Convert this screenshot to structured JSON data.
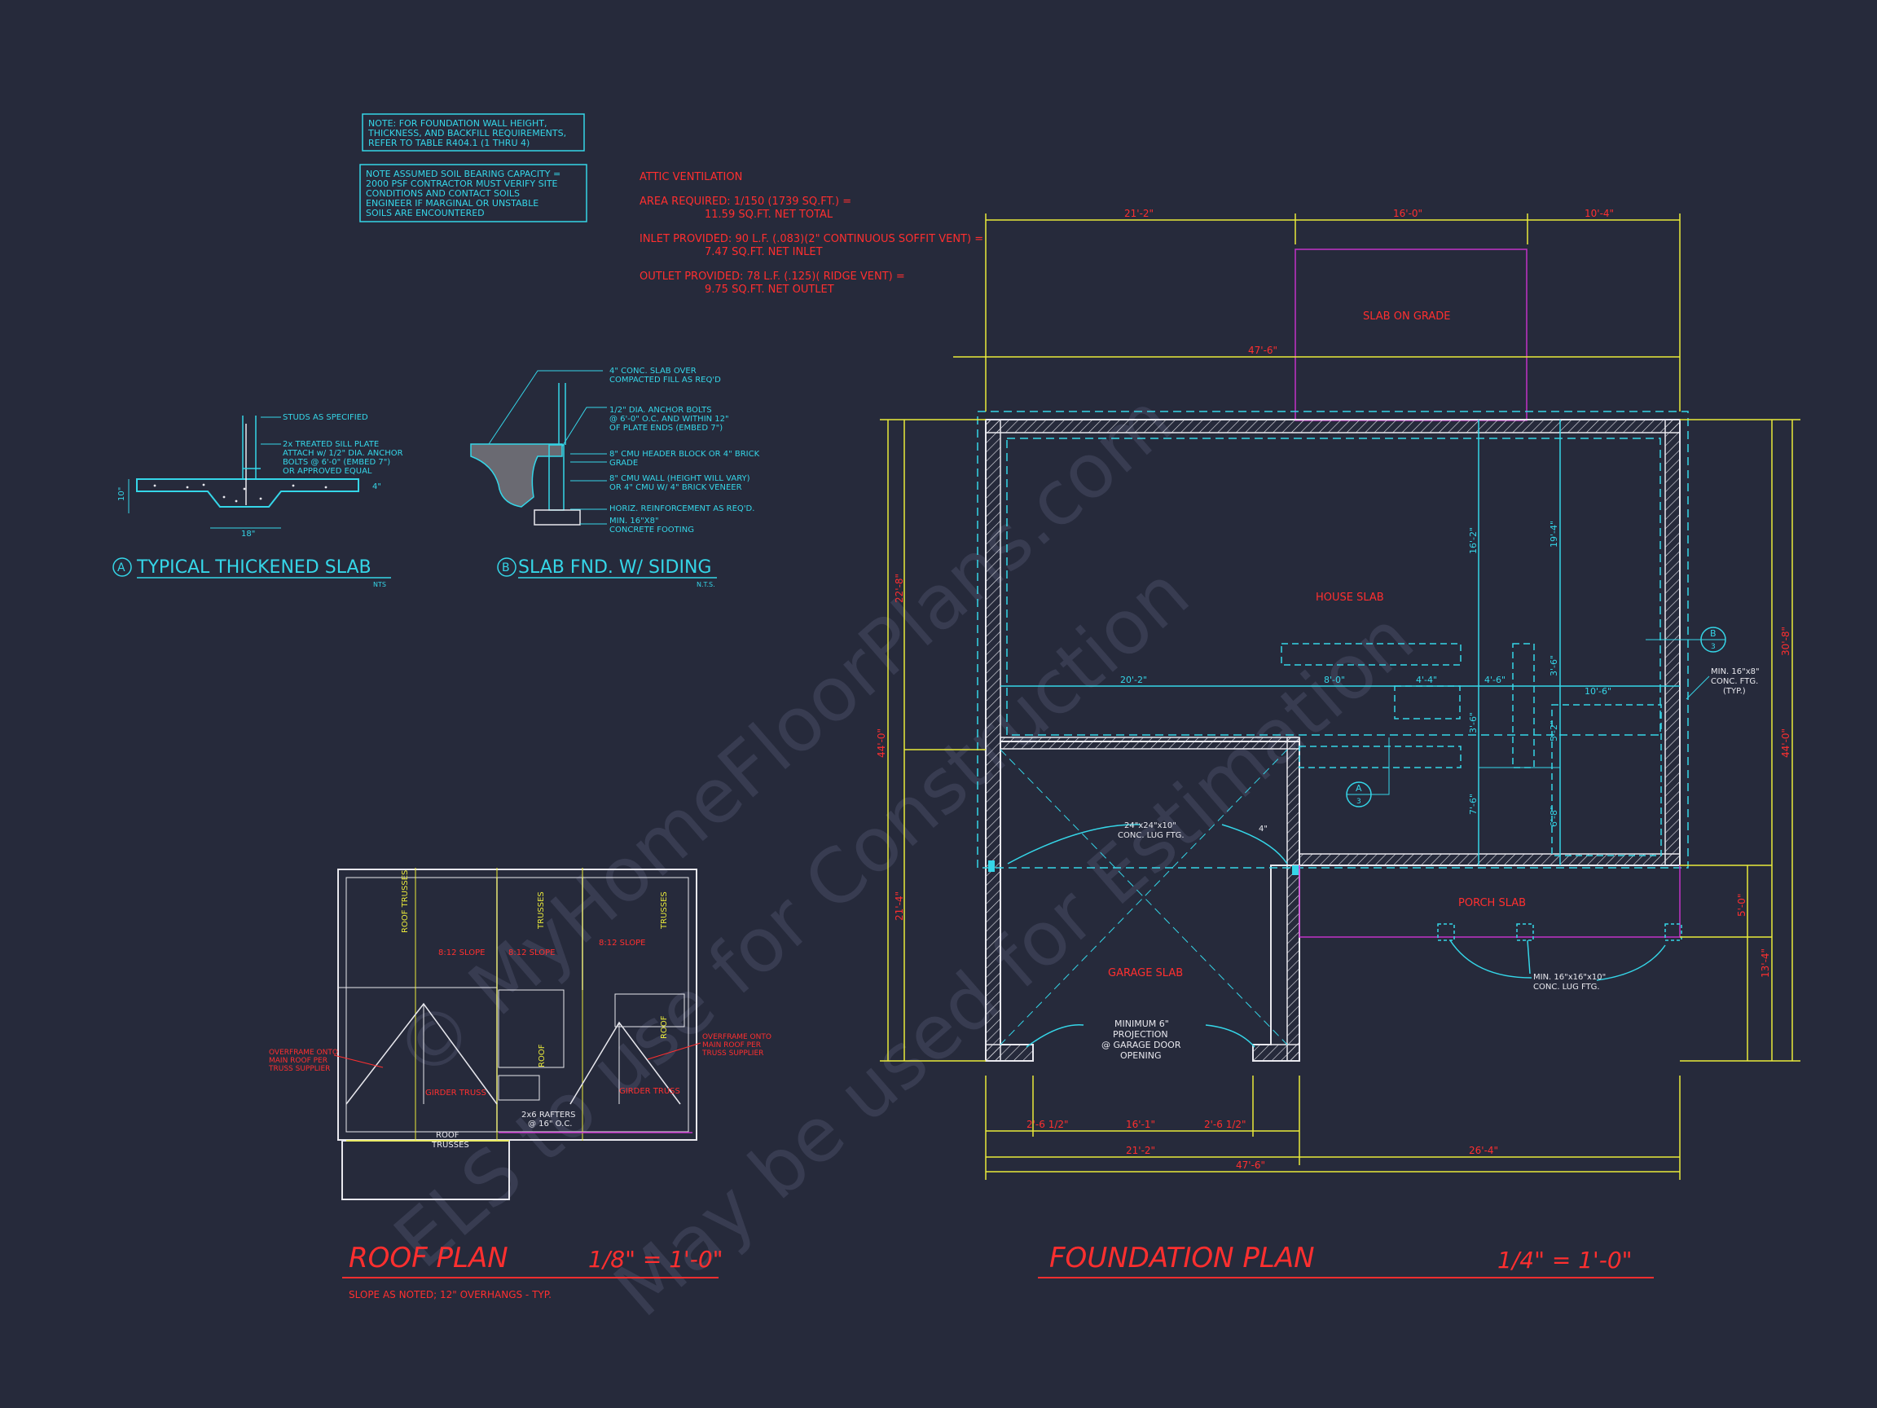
{
  "colors": {
    "background": "#262a3b",
    "cyan": "#35d6e8",
    "red": "#ff2f2f",
    "yellow": "#e9e93a",
    "magenta": "#c232c8",
    "white": "#e8e8ee",
    "watermark": "#3a3f54"
  },
  "notes": {
    "foundation_wall": [
      "NOTE: FOR FOUNDATION WALL HEIGHT,",
      "THICKNESS, AND BACKFILL REQUIREMENTS,",
      "REFER TO TABLE R404.1 (1 THRU 4)"
    ],
    "soil_bearing": [
      "NOTE ASSUMED SOIL BEARING CAPACITY =",
      "2000 PSF CONTRACTOR MUST VERIFY SITE",
      "CONDITIONS AND CONTACT SOILS",
      "ENGINEER IF MARGINAL OR UNSTABLE",
      "SOILS ARE ENCOUNTERED"
    ]
  },
  "attic": {
    "title": "ATTIC VENTILATION",
    "area_required": [
      "AREA REQUIRED:   1/150 (1739 SQ.FT.) =",
      "11.59 SQ.FT. NET TOTAL"
    ],
    "inlet": [
      "INLET PROVIDED:   90 L.F. (.083)(2\" CONTINUOUS SOFFIT VENT) =",
      "7.47 SQ.FT. NET INLET"
    ],
    "outlet": [
      "OUTLET PROVIDED:   78 L.F. (.125)( RIDGE VENT) =",
      "9.75 SQ.FT. NET OUTLET"
    ]
  },
  "detail_a": {
    "tag": "A",
    "title": "TYPICAL THICKENED SLAB",
    "scale": "NTS",
    "notes": [
      "STUDS AS SPECIFIED",
      "2x TREATED SILL PLATE",
      "ATTACH w/ 1/2\" DIA. ANCHOR",
      "BOLTS @ 6'-0\" (EMBED 7\")",
      "OR APPROVED EQUAL"
    ],
    "dim_width": "18\"",
    "dim_height": "10\"",
    "dim_slab": "4\""
  },
  "detail_b": {
    "tag": "B",
    "title": "SLAB FND. W/ SIDING",
    "scale": "N.T.S.",
    "notes": [
      "4\" CONC. SLAB OVER",
      "COMPACTED FILL AS REQ'D",
      "1/2\" DIA. ANCHOR BOLTS",
      "@ 6'-0\" O.C. AND WITHIN 12\"",
      "OF PLATE ENDS (EMBED 7\")",
      "8\" CMU HEADER BLOCK OR 4\" BRICK",
      "GRADE",
      "8\" CMU WALL (HEIGHT WILL VARY)",
      "OR 4\" CMU W/ 4\" BRICK VENEER",
      "HORIZ. REINFORCEMENT AS REQ'D.",
      "MIN. 16\"X8\"",
      "CONCRETE FOOTING"
    ]
  },
  "roof_plan": {
    "title": "ROOF  PLAN",
    "scale": "1/8\" = 1'-0\"",
    "subtitle": "SLOPE AS NOTED;  12\" OVERHANGS - TYP.",
    "labels": {
      "roof_trusses": "ROOF TRUSSES",
      "trusses": "TRUSSES",
      "roof": "ROOF",
      "slope": "8:12 SLOPE",
      "girder_truss": "GIRDER TRUSS",
      "rafters": [
        "2x6 RAFTERS",
        "@ 16\" O.C."
      ],
      "overframe_left": [
        "OVERFRAME ONTO",
        "MAIN ROOF PER",
        "TRUSS SUPPLIER"
      ],
      "overframe_right": [
        "OVERFRAME ONTO",
        "MAIN ROOF PER",
        "TRUSS SUPPLIER"
      ]
    }
  },
  "foundation_plan": {
    "title": "FOUNDATION  PLAN",
    "scale": "1/4\" = 1'-0\"",
    "labels": {
      "slab_on_grade": "SLAB ON GRADE",
      "house_slab": "HOUSE SLAB",
      "garage_slab": "GARAGE SLAB",
      "porch_slab": "PORCH SLAB",
      "lug_ftg": [
        "24\"x24\"x10\"",
        "CONC. LUG FTG."
      ],
      "min_ftg": [
        "MIN. 16\"x8\"",
        "CONC. FTG.",
        "(TYP.)"
      ],
      "porch_ftg": [
        "MIN. 16\"x16\"x10\"",
        "CONC. LUG FTG."
      ],
      "garage_door": [
        "MINIMUM 6\"",
        "PROJECTION",
        "@ GARAGE DOOR",
        "OPENING"
      ],
      "dim_4": "4\""
    },
    "top_dims": [
      "21'-2\"",
      "16'-0\"",
      "10'-4\"",
      "47'-6\""
    ],
    "bottom_dims": [
      "2'-6 1/2\"",
      "16'-1\"",
      "2'-6 1/2\"",
      "21'-2\"",
      "26'-4\"",
      "47'-6\""
    ],
    "left_dims": [
      "22'-8\"",
      "44'-0\"",
      "21'-4\""
    ],
    "right_dims": [
      "30'-8\"",
      "44'-0\"",
      "5'-0\"",
      "13'-4\""
    ],
    "interior_dims": [
      "20'-2\"",
      "8'-0\"",
      "4'-4\"",
      "4'-6\"",
      "10'-6\"",
      "16'-2\"",
      "19'-4\"",
      "3'-6\"",
      "3'-6\"",
      "5'-2\"",
      "7'-6\"",
      "6'-8\""
    ],
    "section_tags": [
      {
        "letter": "B",
        "num": "3"
      },
      {
        "letter": "A",
        "num": "3"
      }
    ]
  },
  "watermark": {
    "line1": "© MyHomeFloorPlans.com",
    "line2": "ELS   to use for Construction",
    "line3": "May be used for Estimation"
  }
}
